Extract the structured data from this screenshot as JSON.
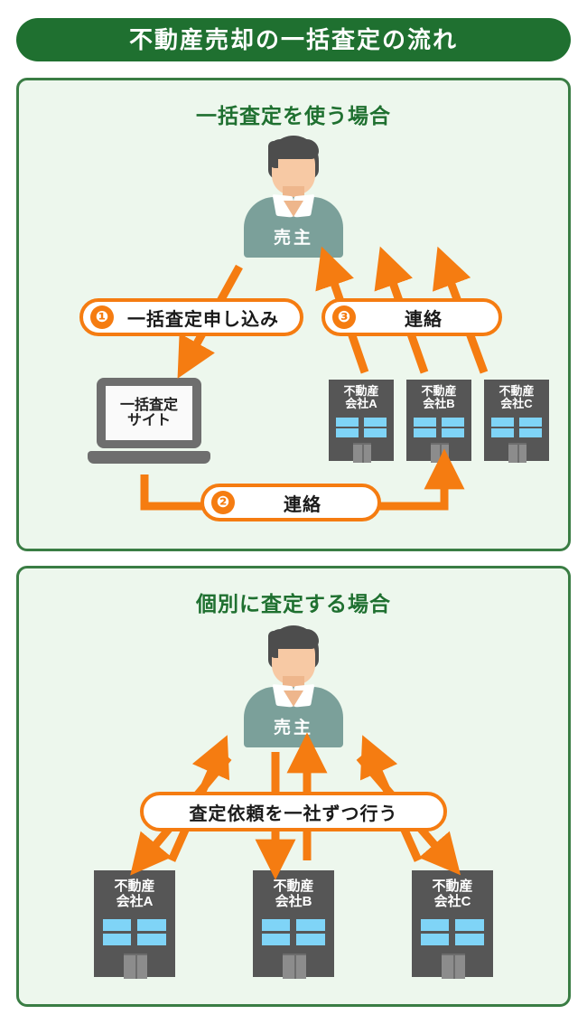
{
  "title": {
    "text": "不動産売却の一括査定の流れ",
    "background_color": "#1f7030",
    "text_color": "#ffffff"
  },
  "colors": {
    "panel_border": "#3a7d44",
    "panel_fill": "#edf7ed",
    "accent_orange": "#f57c11",
    "heading_green": "#1f7030",
    "building_gray": "#565656",
    "window_blue": "#7fd4f7",
    "person_body": "#7ba09a"
  },
  "panels": [
    {
      "id": "bulk-assessment",
      "heading": "一括査定を使う場合",
      "person": {
        "label": "売主"
      },
      "laptop": {
        "line1": "一括査定",
        "line2": "サイト"
      },
      "steps": [
        {
          "number": "❶",
          "label": "一括査定申し込み"
        },
        {
          "number": "❷",
          "label": "連絡"
        },
        {
          "number": "❸",
          "label": "連絡"
        }
      ],
      "companies": [
        {
          "line1": "不動産",
          "line2": "会社A"
        },
        {
          "line1": "不動産",
          "line2": "会社B"
        },
        {
          "line1": "不動産",
          "line2": "会社C"
        }
      ]
    },
    {
      "id": "individual-assessment",
      "heading": "個別に査定する場合",
      "person": {
        "label": "売主"
      },
      "steps": [
        {
          "number": "",
          "label": "査定依頼を一社ずつ行う"
        }
      ],
      "companies": [
        {
          "line1": "不動産",
          "line2": "会社A"
        },
        {
          "line1": "不動産",
          "line2": "会社B"
        },
        {
          "line1": "不動産",
          "line2": "会社C"
        }
      ]
    }
  ]
}
